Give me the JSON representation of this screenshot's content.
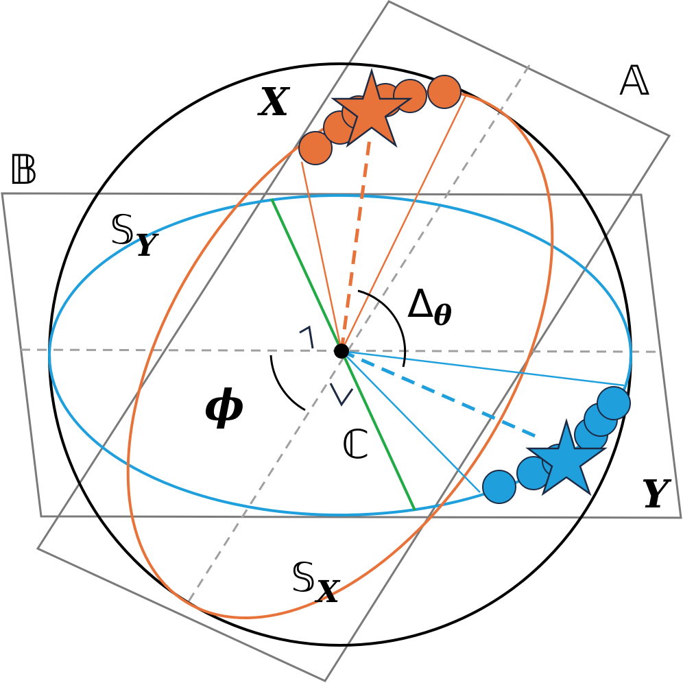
{
  "colors": {
    "orange": "#e8733a",
    "blue": "#1fa0dd",
    "green": "#22aa44",
    "black": "#000000",
    "plane_gray": "#7a7a7a",
    "dash_gray": "#a0a0a0",
    "navy": "#1d2a44"
  },
  "labels": {
    "plane_a": "𝔸",
    "plane_b": "𝔹",
    "sphere_y_base": "𝕊",
    "sphere_y_sub": "Y",
    "sphere_x_base": "𝕊",
    "sphere_x_sub": "X",
    "set_c": "ℂ",
    "point_x": "X",
    "point_y": "Y",
    "angle_phi": "ϕ",
    "delta_base": "Δ",
    "delta_sub": "θ"
  },
  "markers": {
    "orange_circles": 6,
    "blue_circles": 6,
    "stars": 2
  }
}
